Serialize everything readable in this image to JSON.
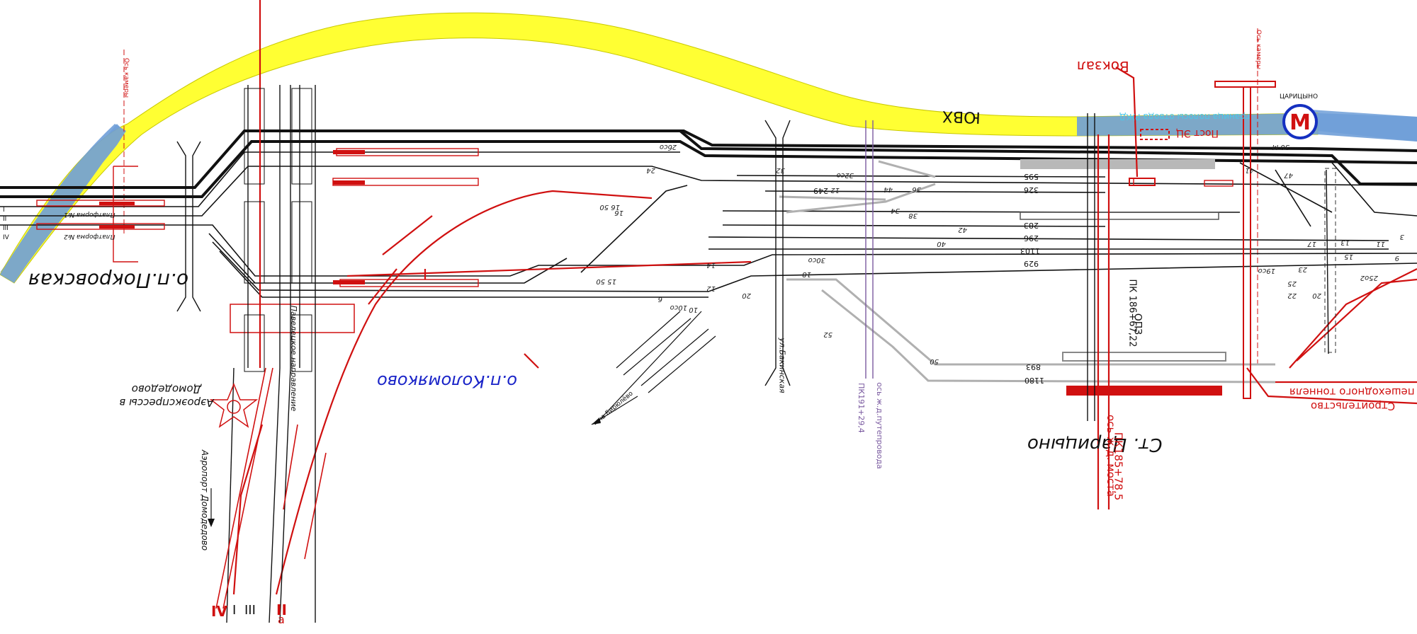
{
  "labels": {
    "highway": "ЮВХ",
    "vokzal": "Вокзал",
    "post_ets": "Пост ЭЦ",
    "border_zone": "граница полосы отвода РЖД",
    "metro_name": "ЦАРИЦЫНО",
    "metro_letter": "M",
    "station_pokrovskaya": "о.п.Покровская",
    "station_kolomyakovo": "о.п.Коломяково",
    "station_tsaritsyno": "Ст. Царицыно",
    "aeroexpress": "Аэроэкспрессы в Домодедово",
    "airport": "Аэропорт Домодедово",
    "paveletskoe": "Павелецкое направление",
    "bakinskaya": "ул.Бакинская",
    "pk191": "ПК191+29,4",
    "viaduct_axis": "ось ж.д.путепровода",
    "bridge_axis": "ось ж.д. моста",
    "bridge_pk": "ПК185+78,5",
    "opz": "ОПЗ",
    "pk186": "ПК 186+67,22",
    "construction": "Строительство",
    "tunnel": "пешеходного тоннеля",
    "to_biryulevo": "на Бирюлёво",
    "camera_axis_left": "Ось камеры",
    "camera_axis_right": "Ось камеры",
    "platform_1": "Платформа №1",
    "platform_2": "Платформа №2",
    "track_I": "I",
    "track_II": "II",
    "track_III": "III",
    "track_IV": "IV",
    "bottom_II": "II",
    "bottom_a": "а",
    "bottom_III": "III",
    "bottom_IV": "IV",
    "bottom_I": "I"
  },
  "track_numbers": [
    {
      "text": "595",
      "name": "track-num-595"
    },
    {
      "text": "326",
      "name": "track-num-326"
    },
    {
      "text": "283",
      "name": "track-num-283"
    },
    {
      "text": "296",
      "name": "track-num-296"
    },
    {
      "text": "1103",
      "name": "track-num-1103"
    },
    {
      "text": "929",
      "name": "track-num-929"
    },
    {
      "text": "893",
      "name": "track-num-893"
    },
    {
      "text": "1180",
      "name": "track-num-1180"
    },
    {
      "text": "249",
      "name": "track-num-249"
    }
  ],
  "switch_labels": [
    "2бсо",
    "24",
    "32",
    "12",
    "32со",
    "16",
    "16 50",
    "15 50",
    "14",
    "12",
    "10",
    "10со",
    "20",
    "6",
    "18",
    "30со",
    "36",
    "34",
    "38",
    "42",
    "40",
    "44",
    "52",
    "50",
    "41",
    "47",
    "17",
    "13",
    "15",
    "11",
    "9",
    "19со",
    "23",
    "25",
    "22",
    "20",
    "25о2",
    "30 М",
    "3"
  ],
  "colors": {
    "highway_yellow": "#ffff33",
    "river_blue": "#6f9fd8",
    "track_black": "#111111",
    "design_red": "#d01010",
    "grey_track": "#b0b0b0",
    "purple_line": "#7a5aa0",
    "metro_blue": "#1530c0",
    "text_blue": "#1a24c8"
  },
  "icons": [
    "metro-icon",
    "aeroexpress-star-icon",
    "arrow-icon"
  ]
}
